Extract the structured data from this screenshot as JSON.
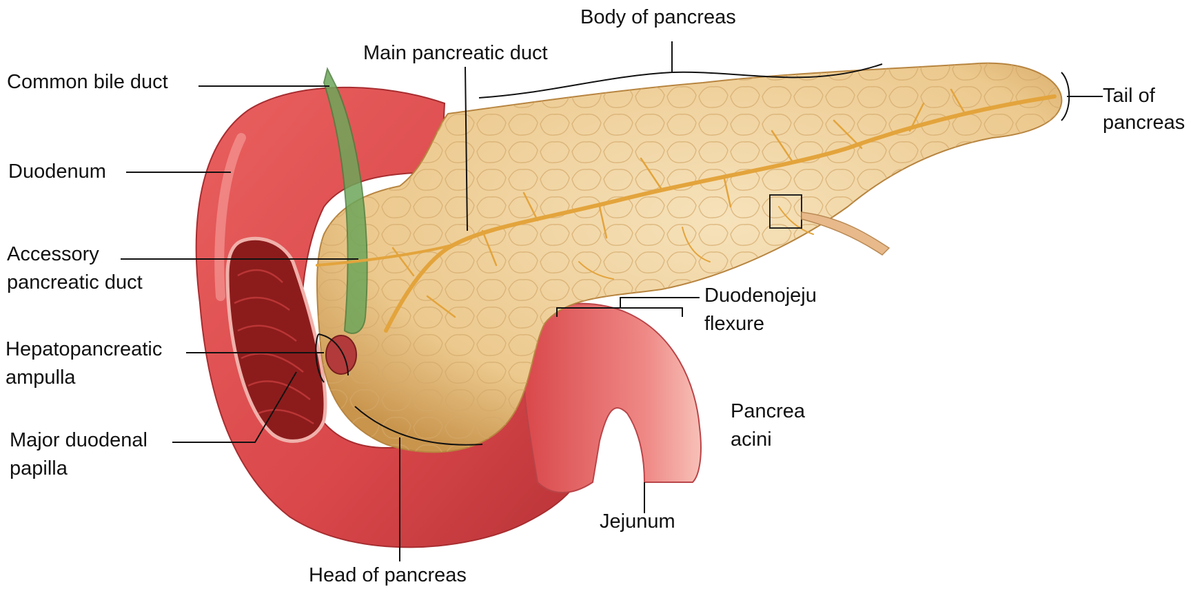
{
  "labels": {
    "common_bile_duct": "Common bile duct",
    "main_pancreatic_duct": "Main pancreatic duct",
    "body_of_pancreas": "Body of pancreas",
    "tail_of_pancreas": [
      "Tail of",
      "pancreas"
    ],
    "duodenum": "Duodenum",
    "accessory_pancreatic_duct": [
      "Accessory",
      "pancreatic duct"
    ],
    "hepatopancreatic_ampulla": [
      "Hepatopancreatic",
      "ampulla"
    ],
    "major_duodenal_papilla": [
      "Major duodenal",
      "papilla"
    ],
    "duodenojejunal_flexure": [
      "Duodenojeju",
      "flexure"
    ],
    "pancreatic_acini": [
      "Pancrea",
      "acini"
    ],
    "jejunum": "Jejunum",
    "head_of_pancreas": "Head of pancreas"
  },
  "colors": {
    "duodenum": "#d9474a",
    "duodenum_highlight": "#f08c8a",
    "duodenum_interior": "#8c1c1c",
    "pancreas": "#f1d3a0",
    "pancreas_shadow": "#c9954d",
    "duct": "#e3a43c",
    "bile_duct": "#6ea65a",
    "leader_line": "#111111"
  }
}
